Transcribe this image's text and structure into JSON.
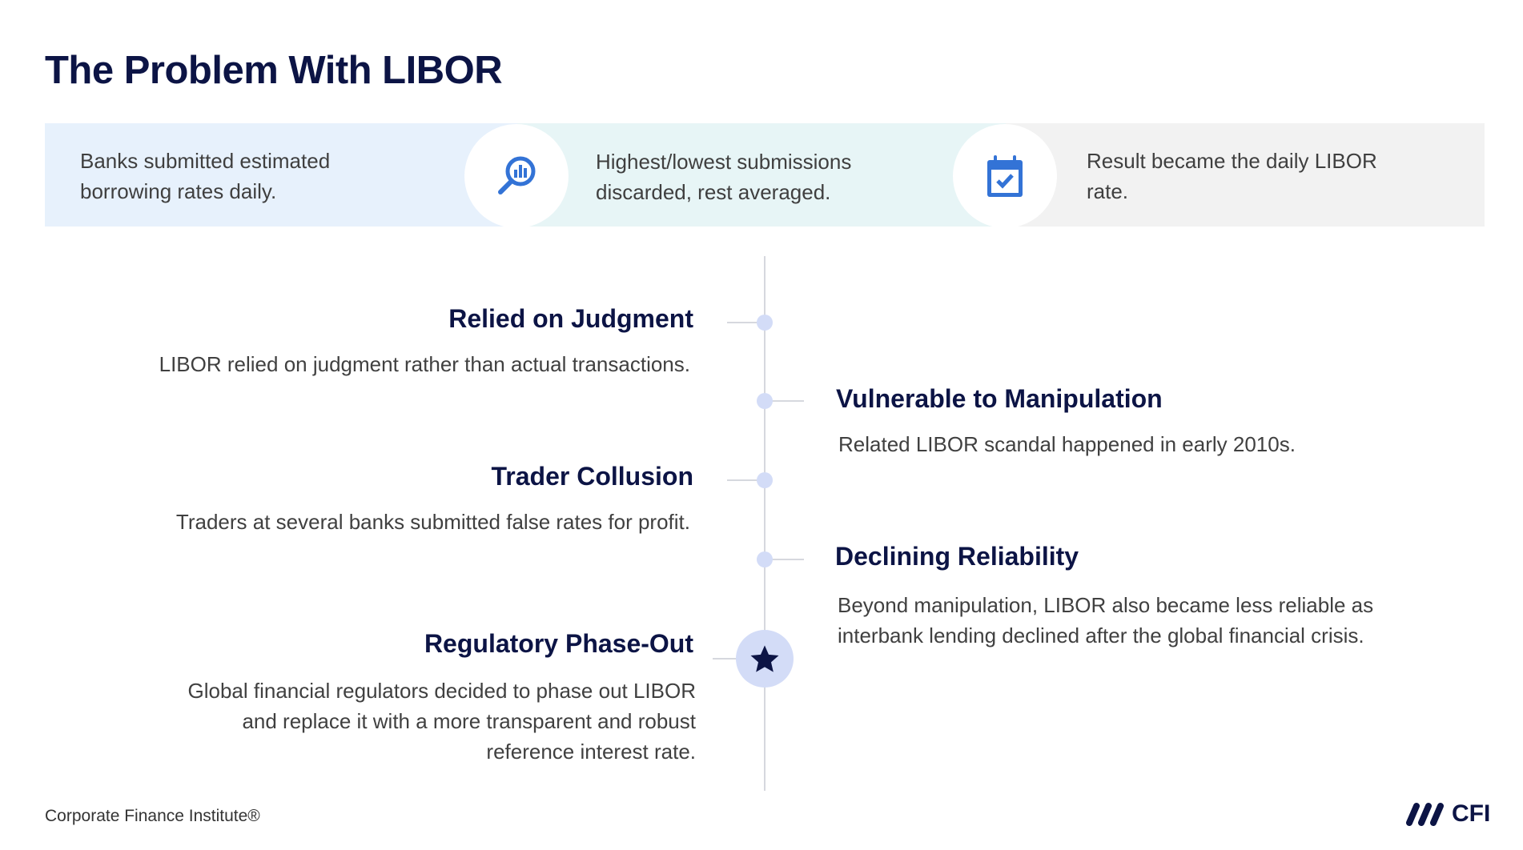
{
  "title": "The Problem With LIBOR",
  "process": [
    {
      "text": "Banks submitted estimated borrowing rates daily."
    },
    {
      "icon": "magnifier-chart-icon",
      "text": "Highest/lowest submissions discarded, rest averaged."
    },
    {
      "icon": "calendar-check-icon",
      "text": "Result became the daily LIBOR rate."
    }
  ],
  "timeline": [
    {
      "heading": "Relied on Judgment",
      "text": "LIBOR relied on judgment rather than actual transactions."
    },
    {
      "heading": "Vulnerable to Manipulation",
      "text": "Related LIBOR scandal happened in early 2010s."
    },
    {
      "heading": "Trader Collusion",
      "text": "Traders at several banks submitted false rates for profit."
    },
    {
      "heading": "Declining Reliability",
      "text": "Beyond manipulation, LIBOR also became less reliable as interbank lending declined after the global financial crisis."
    },
    {
      "heading": "Regulatory Phase-Out",
      "text": "Global financial regulators decided to phase out LIBOR and replace it with a more transparent and robust reference interest rate.",
      "icon": "star-icon"
    }
  ],
  "footer": {
    "company": "Corporate Finance Institute®",
    "logo_text": "CFI"
  },
  "colors": {
    "navy": "#0c1445",
    "accent_blue": "#3373d6",
    "band1": "#e7f1fc",
    "band2": "#e7f5f6",
    "band3": "#f2f2f2"
  }
}
